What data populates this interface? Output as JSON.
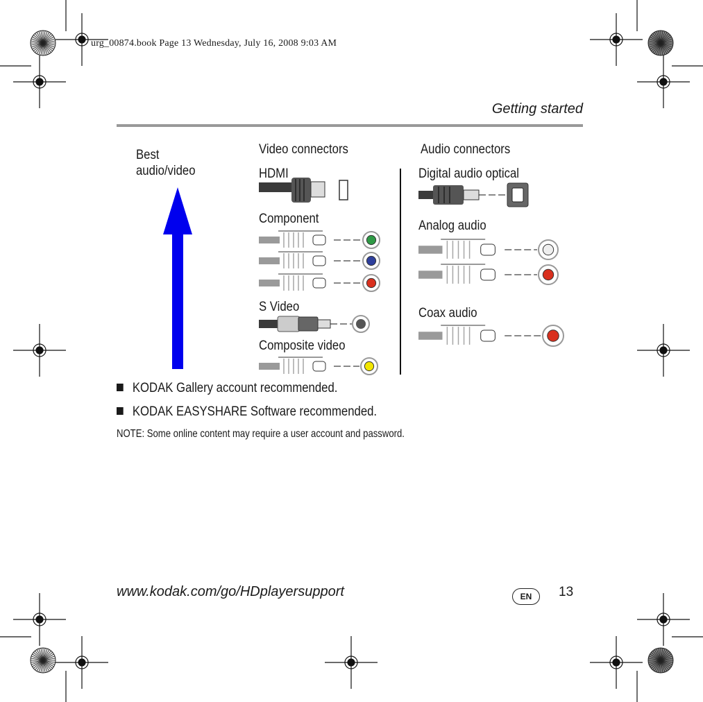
{
  "slug": "urg_00874.book  Page 13  Wednesday, July 16, 2008  9:03 AM",
  "header": {
    "title": "Getting started"
  },
  "figure": {
    "best_label_line1": "Best",
    "best_label_line2": "audio/video",
    "video_heading": "Video connectors",
    "audio_heading": "Audio connectors",
    "hdmi": "HDMI",
    "component": "Component",
    "svideo": "S Video",
    "composite": "Composite video",
    "digital_optical": "Digital audio optical",
    "analog_audio": "Analog audio",
    "coax_audio": "Coax audio",
    "colors": {
      "arrow": "#0000ee",
      "green": "#2f9a46",
      "blue": "#2e3f9c",
      "red": "#d9301e",
      "yellow": "#f2e600",
      "white": "#eeeeee",
      "gray": "#9a9a9a"
    }
  },
  "bullets": [
    "KODAK Gallery account recommended.",
    "KODAK EASYSHARE Software recommended."
  ],
  "note": "NOTE:  Some online content may require a user account and password.",
  "footer": {
    "url": "www.kodak.com/go/HDplayersupport",
    "lang_badge": "EN",
    "page_number": "13"
  }
}
